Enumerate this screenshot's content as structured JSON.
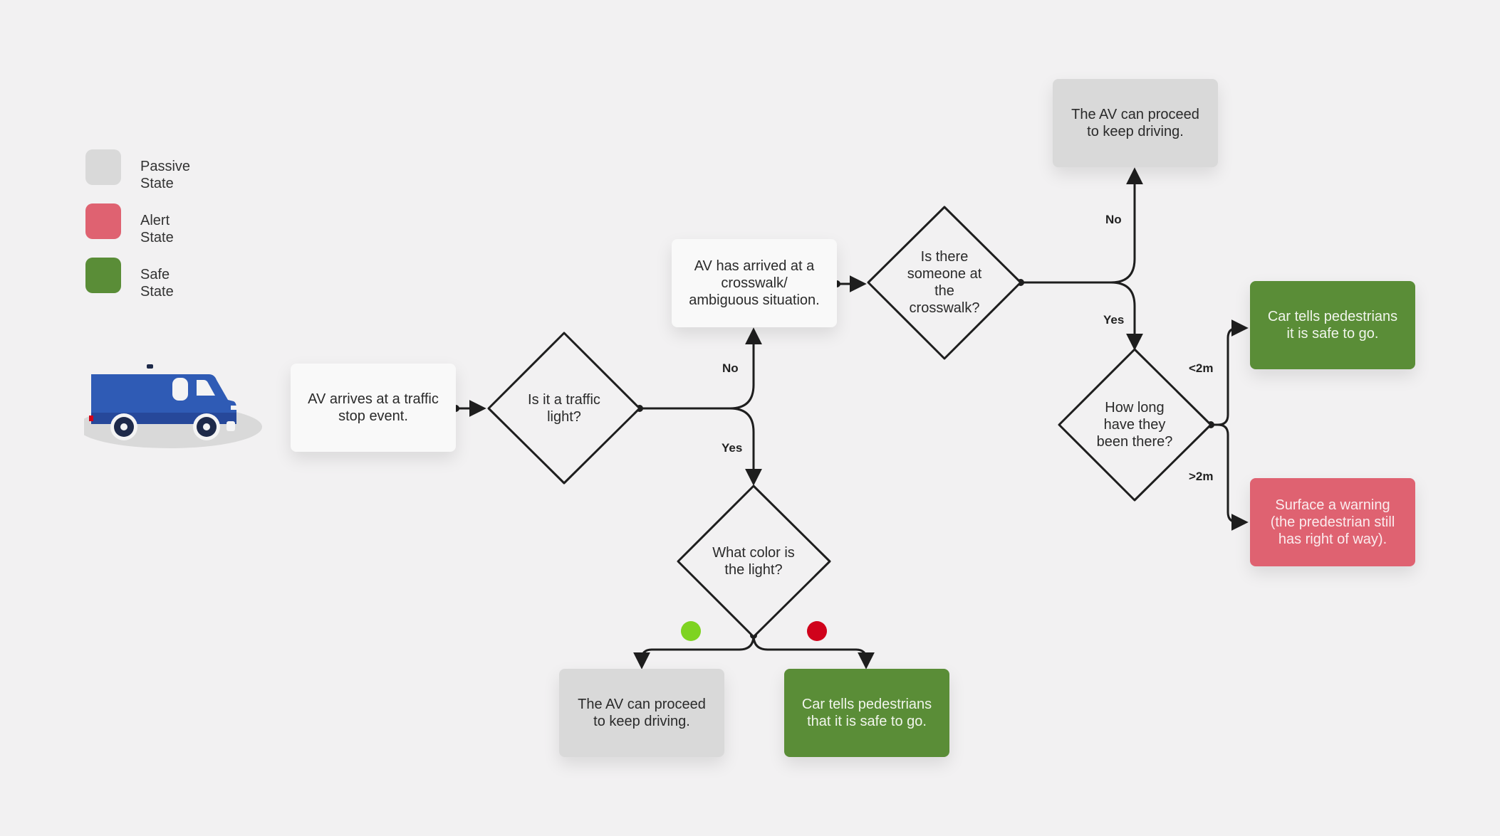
{
  "legend": [
    {
      "line1": "Passive",
      "line2": "State",
      "color": "#d9d9d9"
    },
    {
      "line1": "Alert",
      "line2": "State",
      "color": "#df6271"
    },
    {
      "line1": "Safe",
      "line2": "State",
      "color": "#5a8d37"
    }
  ],
  "nodes": {
    "start": "AV arrives at a traffic stop event.",
    "traffic_light_question": "Is it a traffic light?",
    "crosswalk_arrival": "AV has arrived at a crosswalk/ ambiguous situation.",
    "someone_question": "Is there someone at the crosswalk?",
    "proceed_top": "The AV can proceed to keep driving.",
    "how_long_question": "How long have they been there?",
    "safe_top": "Car tells pedestrians it is safe to go.",
    "warning": "Surface a warning (the predestrian still has right of way).",
    "color_question": "What color is the light?",
    "proceed_bottom": "The AV can proceed to keep driving.",
    "safe_bottom": "Car tells pedestrians that it is safe to go."
  },
  "edge_labels": {
    "traffic_no": "No",
    "traffic_yes": "Yes",
    "someone_no": "No",
    "someone_yes": "Yes",
    "under_2m": "<2m",
    "over_2m": ">2m"
  },
  "light_indicators": {
    "green": "#7ed321",
    "red": "#d0021b"
  },
  "colors": {
    "background": "#f2f1f2",
    "line": "#1e1e1e",
    "van_body": "#2f5bb5"
  }
}
